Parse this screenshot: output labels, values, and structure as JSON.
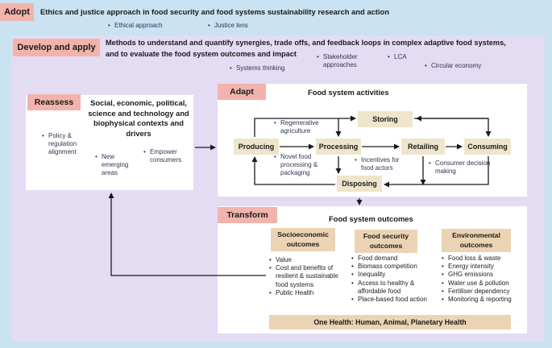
{
  "adopt_top": {
    "tag": "Adopt",
    "heading": "Ethics and justice approach in food security and food systems sustainability research and action",
    "items": [
      "Ethical approach",
      "Justice lens"
    ]
  },
  "develop": {
    "tag": "Develop and apply",
    "heading_line1": "Methods to understand and quantify synergies, trade offs, and feedback loops in complex adaptive food systems,",
    "heading_line2": "and to evaluate the food system outcomes and impact",
    "items": [
      "Systems thinking",
      "Stakeholder approaches",
      "LCA",
      "Circular economy"
    ]
  },
  "reassess": {
    "tag": "Reassess",
    "heading": "Social, economic, political, science and technology and biophysical contexts and drivers",
    "items": [
      "Policy & regulation alignment",
      "New emerging areas",
      "Empower consumers"
    ]
  },
  "adapt": {
    "tag": "Adapt",
    "heading": "Food system activities",
    "nodes": {
      "storing": "Storing",
      "producing": "Producing",
      "processing": "Processing",
      "retailing": "Retailing",
      "consuming": "Consuming",
      "disposing": "Disposing"
    },
    "notes": {
      "regenerative": "Regenerative agriculture",
      "novel": "Novel food processing & packaging",
      "incentives": "Incentives for food actors",
      "consumer": "Consumer decision making"
    }
  },
  "transform": {
    "tag": "Transform",
    "heading": "Food system outcomes",
    "columns": [
      {
        "title": "Socioeconomic outcomes",
        "items": [
          "Value",
          "Cost and benefits of resilient & sustainable food systems",
          "Public Health"
        ]
      },
      {
        "title": "Food security outcomes",
        "items": [
          "Food demand",
          "Biomass competition",
          "Inequality",
          "Access to healthy & affordable food",
          "Place-based food action"
        ]
      },
      {
        "title": "Environmental outcomes",
        "items": [
          "Food loss & waste",
          "Energy intensity",
          "GHG emissions",
          "Water use & pollution",
          "Fertiliser dependency",
          "Monitoring & reporting"
        ]
      }
    ],
    "footer": "One Health: Human, Animal, Planetary Health"
  },
  "colors": {
    "background": "#c9e3f2",
    "develop_panel": "#e3dcf3",
    "tag_pink": "#f2b3ad",
    "tag_tan": "#ecd3b4",
    "node_fill": "#efe5cc"
  }
}
